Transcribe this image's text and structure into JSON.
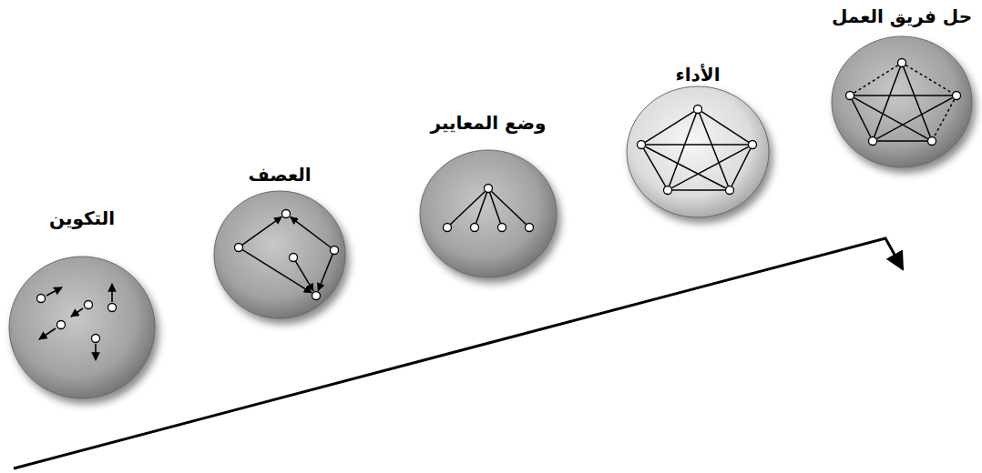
{
  "diagram": {
    "nodes": [
      {
        "text": [
          "التكوين"
        ]
      },
      {
        "text": [
          "العصف"
        ]
      },
      {
        "text": [
          "وضع المعايير"
        ]
      },
      {
        "text": [
          "الأداء"
        ]
      },
      {
        "text": [
          "حل فريق العمل"
        ]
      }
    ]
  }
}
